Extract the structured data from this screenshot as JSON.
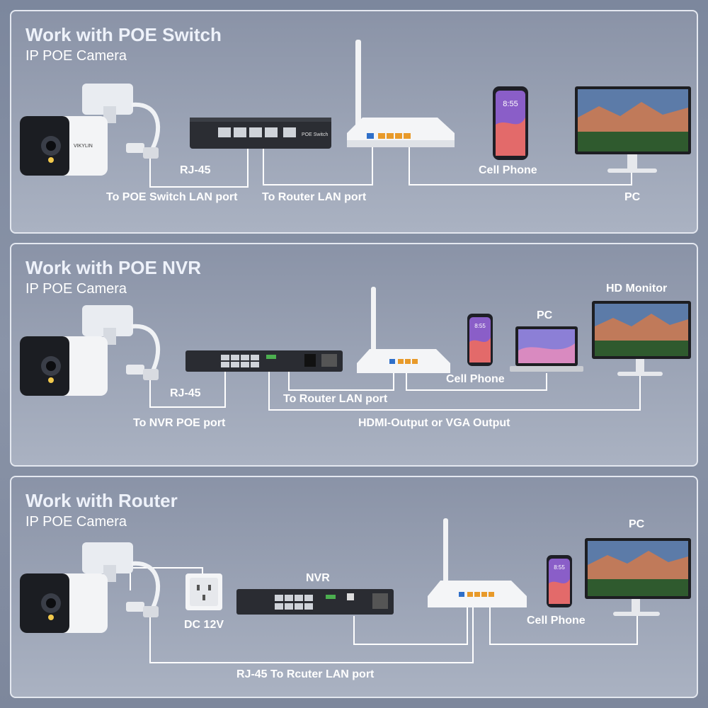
{
  "sections": [
    {
      "title": "Work with POE Switch",
      "subtitle": "IP POE Camera",
      "labels": {
        "rj45": "RJ-45",
        "to_switch": "To POE Switch LAN port",
        "to_router": "To Router LAN port",
        "cell_phone": "Cell Phone",
        "pc": "PC"
      },
      "phone_time": "8:55",
      "switch_text": "POE Switch"
    },
    {
      "title": "Work with POE NVR",
      "subtitle": "IP POE Camera",
      "labels": {
        "hd_monitor": "HD Monitor",
        "pc": "PC",
        "cell_phone": "Cell Phone",
        "rj45": "RJ-45",
        "to_router": "To Router LAN port",
        "to_nvr": "To NVR POE port",
        "hdmi": "HDMI-Output or VGA Output"
      },
      "phone_time": "8:55"
    },
    {
      "title": "Work with Router",
      "subtitle": "IP POE Camera",
      "labels": {
        "pc": "PC",
        "nvr": "NVR",
        "dc": "DC 12V",
        "cell_phone": "Cell Phone",
        "rj45_router": "RJ-45 To Rcuter LAN port"
      },
      "phone_time": "8:55"
    }
  ],
  "camera_brand": "VIKYLIN",
  "colors": {
    "line": "#ffffff",
    "port_orange": "#e89a2a",
    "port_blue": "#2f6fc9"
  }
}
